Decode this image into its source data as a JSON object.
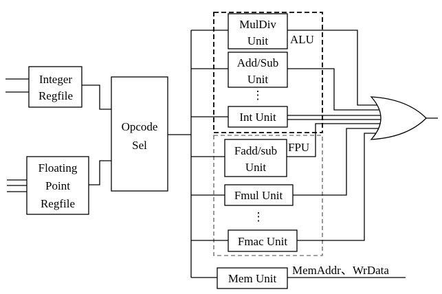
{
  "blocks": {
    "integer_regfile": [
      "Integer",
      "Regfile"
    ],
    "floating_point_regfile": [
      "Floating",
      "Point",
      "Regfile"
    ],
    "opcode_sel": [
      "Opcode",
      "Sel"
    ],
    "muldiv_unit": [
      "MulDiv",
      "Unit"
    ],
    "addsub_unit": [
      "Add/Sub",
      "Unit"
    ],
    "int_unit": "Int  Unit",
    "fadd_unit": [
      "Fadd/sub",
      "Unit"
    ],
    "fmul_unit": "Fmul  Unit",
    "fmac_unit": "Fmac  Unit",
    "mem_unit": "Mem  Unit"
  },
  "groups": {
    "alu": "ALU",
    "fpu": "FPU"
  },
  "ellipsis": "⋮",
  "output_label": "MemAddr、WrData"
}
